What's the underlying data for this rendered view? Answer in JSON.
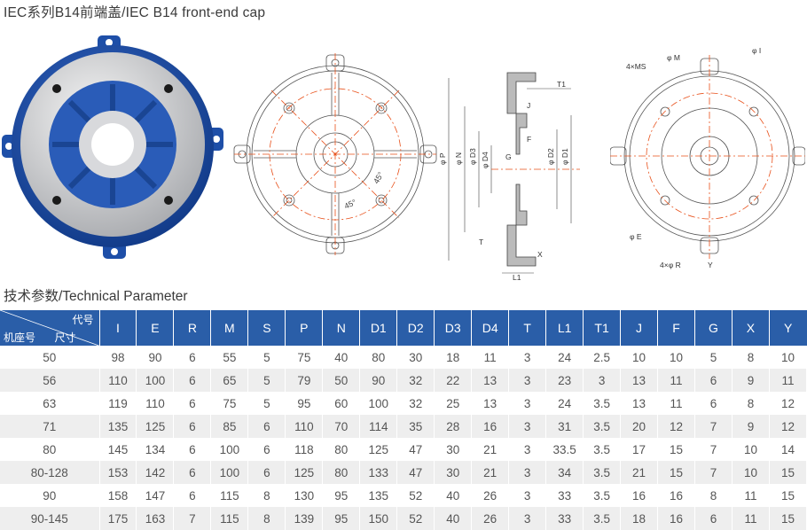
{
  "page": {
    "title": "IEC系列B14前端盖/IEC B14 front-end cap"
  },
  "drawings": {
    "front_view": {
      "angle_1": "45°",
      "angle_2": "45°"
    },
    "section_view": {
      "labels": [
        "T1",
        "J",
        "F",
        "φ P",
        "φ N",
        "φ D3",
        "φ D4",
        "G",
        "φ D2",
        "φ D1",
        "T",
        "X",
        "L1"
      ]
    },
    "back_view": {
      "labels": [
        "4×MS",
        "φ M",
        "φ I",
        "φ E",
        "4×φ R",
        "Y"
      ]
    }
  },
  "section": {
    "title": "技术参数/Technical Parameter"
  },
  "table": {
    "corner": {
      "code": "代号",
      "size": "尺寸",
      "frame": "机座号"
    },
    "headers": [
      "I",
      "E",
      "R",
      "M",
      "S",
      "P",
      "N",
      "D1",
      "D2",
      "D3",
      "D4",
      "T",
      "L1",
      "T1",
      "J",
      "F",
      "G",
      "X",
      "Y"
    ],
    "rows": [
      [
        "50",
        "98",
        "90",
        "6",
        "55",
        "5",
        "75",
        "40",
        "80",
        "30",
        "18",
        "11",
        "3",
        "24",
        "2.5",
        "10",
        "10",
        "5",
        "8",
        "10"
      ],
      [
        "56",
        "110",
        "100",
        "6",
        "65",
        "5",
        "79",
        "50",
        "90",
        "32",
        "22",
        "13",
        "3",
        "23",
        "3",
        "13",
        "11",
        "6",
        "9",
        "11"
      ],
      [
        "63",
        "119",
        "110",
        "6",
        "75",
        "5",
        "95",
        "60",
        "100",
        "32",
        "25",
        "13",
        "3",
        "24",
        "3.5",
        "13",
        "11",
        "6",
        "8",
        "12"
      ],
      [
        "71",
        "135",
        "125",
        "6",
        "85",
        "6",
        "110",
        "70",
        "114",
        "35",
        "28",
        "16",
        "3",
        "31",
        "3.5",
        "20",
        "12",
        "7",
        "9",
        "12"
      ],
      [
        "80",
        "145",
        "134",
        "6",
        "100",
        "6",
        "118",
        "80",
        "125",
        "47",
        "30",
        "21",
        "3",
        "33.5",
        "3.5",
        "17",
        "15",
        "7",
        "10",
        "14"
      ],
      [
        "80-128",
        "153",
        "142",
        "6",
        "100",
        "6",
        "125",
        "80",
        "133",
        "47",
        "30",
        "21",
        "3",
        "34",
        "3.5",
        "21",
        "15",
        "7",
        "10",
        "15"
      ],
      [
        "90",
        "158",
        "147",
        "6",
        "115",
        "8",
        "130",
        "95",
        "135",
        "52",
        "40",
        "26",
        "3",
        "33",
        "3.5",
        "16",
        "16",
        "8",
        "11",
        "15"
      ],
      [
        "90-145",
        "175",
        "163",
        "7",
        "115",
        "8",
        "139",
        "95",
        "150",
        "52",
        "40",
        "26",
        "3",
        "33",
        "3.5",
        "18",
        "16",
        "6",
        "11",
        "15"
      ]
    ]
  },
  "colors": {
    "header_blue": "#2a5ea8",
    "cap_blue": "#1e4fa8",
    "center_line": "#e8501a"
  }
}
